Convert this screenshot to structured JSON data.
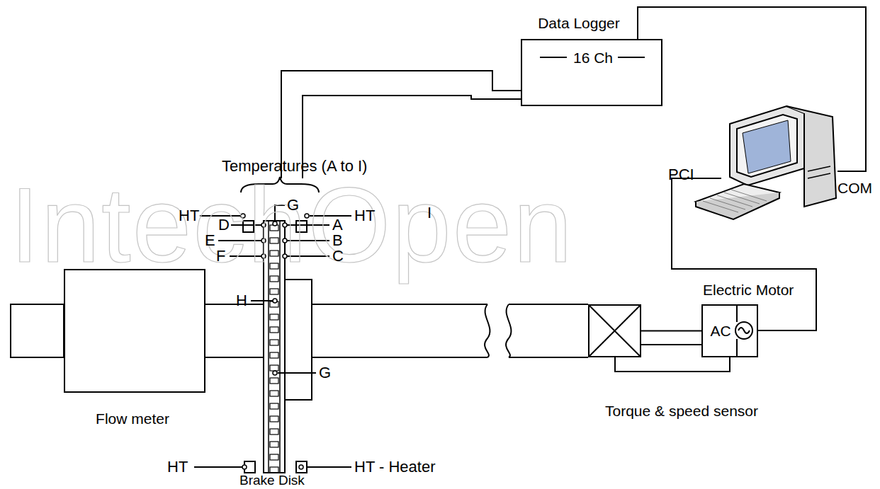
{
  "diagram": {
    "nodes": [
      {
        "text": [
          "Data Logger",
          "16 Ch"
        ]
      },
      {
        "text": [
          "Flow meter"
        ]
      },
      {
        "text": [
          "Torque & speed sensor"
        ]
      },
      {
        "text": [
          "Electric Motor",
          "AC"
        ]
      }
    ],
    "edges": [
      {
        "from": 2,
        "to": 3,
        "arrow": "none"
      }
    ],
    "labels": [
      "Temperatures (A to I)",
      "G",
      "HT",
      "D",
      "A",
      "HT",
      "E",
      "B",
      "F",
      "C",
      "H",
      "G",
      "I",
      "HT",
      "HT - Heater",
      "Brake Disk",
      "PCI",
      "COM",
      "IntechOpen"
    ]
  }
}
